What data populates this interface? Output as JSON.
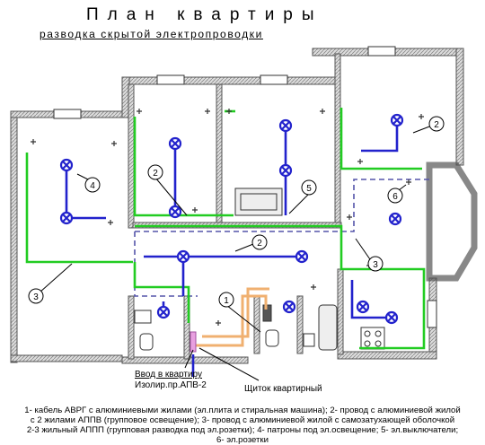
{
  "title": "План квартиры",
  "subtitle": "разводка скрытой электропроводки",
  "callouts": {
    "c1": "1",
    "c2a": "2",
    "c2b": "2",
    "c2c": "2",
    "c3a": "3",
    "c3b": "3",
    "c4": "4",
    "c5": "5",
    "c6": "6"
  },
  "labels": {
    "entry_line1": "Ввод в квартиру",
    "entry_line2": "Изолир.пр.АПВ-2",
    "panel": "Щиток квартирный"
  },
  "legend": [
    "1- кабель АВРГ с алюминиевыми жилами (эл.плита и стиральная машина);  2- провод с алюминиевой жилой",
    "с 2 жилами АППВ (групповое освещение);  3- провод с алюминиевой жилой с самозатухающей оболочкой",
    "2-3 жильный АППП (групповая разводка под эл.розетки); 4- патроны под эл.освещение;  5- эл.выключатели;",
    "6- эл.розетки"
  ],
  "colors": {
    "wall": "#888888",
    "green_wire": "#22cc22",
    "blue_wire": "#2222cc",
    "orange_wire": "#f0b070",
    "dashed": "#5555aa"
  }
}
